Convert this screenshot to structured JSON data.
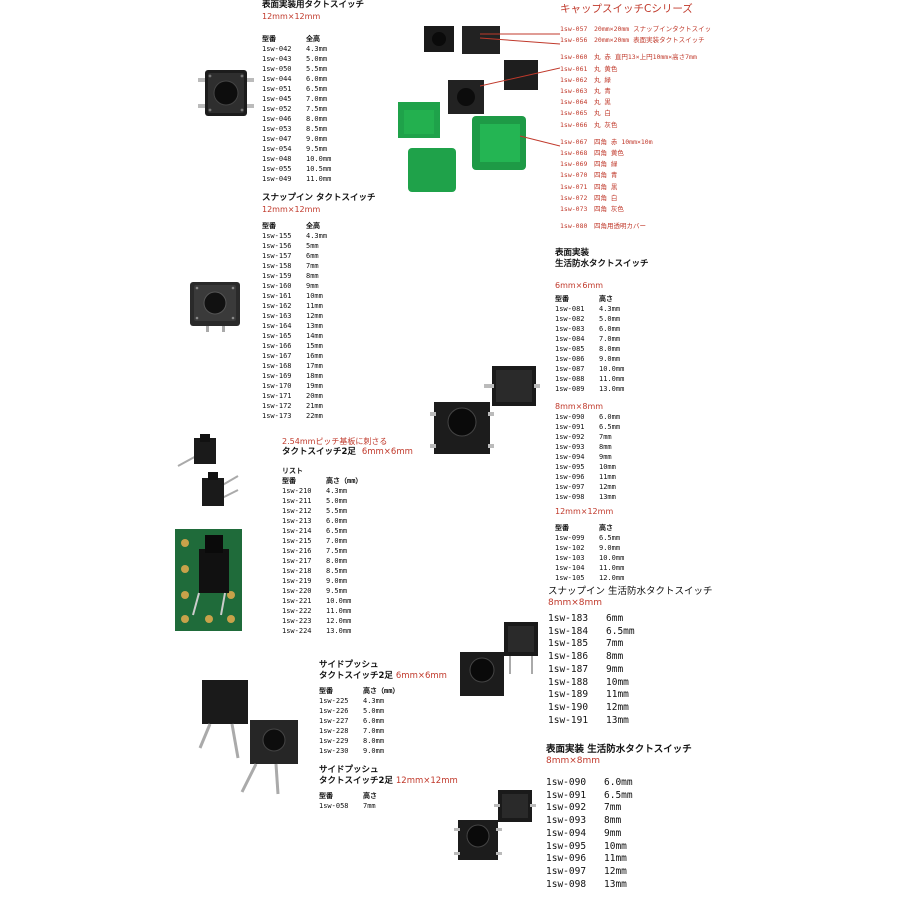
{
  "s1": {
    "title": "表面実装用タクトスイッチ",
    "size": "12mm×12mm",
    "header": [
      "型番",
      "全高"
    ],
    "rows": [
      [
        "1sw-042",
        "4.3mm"
      ],
      [
        "1sw-043",
        "5.0mm"
      ],
      [
        "1sw-050",
        "5.5mm"
      ],
      [
        "1sw-044",
        "6.0mm"
      ],
      [
        "1sw-051",
        "6.5mm"
      ],
      [
        "1sw-045",
        "7.0mm"
      ],
      [
        "1sw-052",
        "7.5mm"
      ],
      [
        "1sw-046",
        "8.0mm"
      ],
      [
        "1sw-053",
        "8.5mm"
      ],
      [
        "1sw-047",
        "9.0mm"
      ],
      [
        "1sw-054",
        "9.5mm"
      ],
      [
        "1sw-048",
        "10.0mm"
      ],
      [
        "1sw-055",
        "10.5mm"
      ],
      [
        "1sw-049",
        "11.0mm"
      ]
    ]
  },
  "s2": {
    "title": "スナップイン タクトスイッチ",
    "size": "12mm×12mm",
    "header": [
      "型番",
      "全高"
    ],
    "rows": [
      [
        "1sw-155",
        "4.3mm"
      ],
      [
        "1sw-156",
        "5mm"
      ],
      [
        "1sw-157",
        "6mm"
      ],
      [
        "1sw-158",
        "7mm"
      ],
      [
        "1sw-159",
        "8mm"
      ],
      [
        "1sw-160",
        "9mm"
      ],
      [
        "1sw-161",
        "10mm"
      ],
      [
        "1sw-162",
        "11mm"
      ],
      [
        "1sw-163",
        "12mm"
      ],
      [
        "1sw-164",
        "13mm"
      ],
      [
        "1sw-165",
        "14mm"
      ],
      [
        "1sw-166",
        "15mm"
      ],
      [
        "1sw-167",
        "16mm"
      ],
      [
        "1sw-168",
        "17mm"
      ],
      [
        "1sw-169",
        "18mm"
      ],
      [
        "1sw-170",
        "19mm"
      ],
      [
        "1sw-171",
        "20mm"
      ],
      [
        "1sw-172",
        "21mm"
      ],
      [
        "1sw-173",
        "22mm"
      ]
    ]
  },
  "s3": {
    "note": "2.54mmピッチ基板に刺さる",
    "title": "タクトスイッチ2足",
    "size": "6mm×6mm",
    "list": "リスト",
    "header": [
      "型番",
      "高さ（mm）"
    ],
    "rows": [
      [
        "1sw-210",
        "4.3mm"
      ],
      [
        "1sw-211",
        "5.0mm"
      ],
      [
        "1sw-212",
        "5.5mm"
      ],
      [
        "1sw-213",
        "6.0mm"
      ],
      [
        "1sw-214",
        "6.5mm"
      ],
      [
        "1sw-215",
        "7.0mm"
      ],
      [
        "1sw-216",
        "7.5mm"
      ],
      [
        "1sw-217",
        "8.0mm"
      ],
      [
        "1sw-218",
        "8.5mm"
      ],
      [
        "1sw-219",
        "9.0mm"
      ],
      [
        "1sw-220",
        "9.5mm"
      ],
      [
        "1sw-221",
        "10.0mm"
      ],
      [
        "1sw-222",
        "11.0mm"
      ],
      [
        "1sw-223",
        "12.0mm"
      ],
      [
        "1sw-224",
        "13.0mm"
      ]
    ]
  },
  "s4": {
    "title": "サイドプッシュ",
    "title2": "タクトスイッチ2足",
    "size": "6mm×6mm",
    "header": [
      "型番",
      "高さ（mm）"
    ],
    "rows": [
      [
        "1sw-225",
        "4.3mm"
      ],
      [
        "1sw-226",
        "5.0mm"
      ],
      [
        "1sw-227",
        "6.0mm"
      ],
      [
        "1sw-228",
        "7.0mm"
      ],
      [
        "1sw-229",
        "8.0mm"
      ],
      [
        "1sw-230",
        "9.0mm"
      ]
    ]
  },
  "s5": {
    "title": "サイドプッシュ",
    "title2": "タクトスイッチ2足",
    "size": "12mm×12mm",
    "header": [
      "型番",
      "高さ"
    ],
    "rows": [
      [
        "1sw-058",
        "7mm"
      ]
    ]
  },
  "cap": {
    "title": "キャップスイッチCシリーズ",
    "rows": [
      [
        "1sw-057",
        "20mm×20mm スナップインタクトスイッ"
      ],
      [
        "1sw-056",
        "20mm×20mm 表面実装タクトスイッチ"
      ],
      [
        "1sw-060",
        "丸 赤 直円13×上円10mm×高さ7mm"
      ],
      [
        "1sw-061",
        "丸 黄色"
      ],
      [
        "1sw-062",
        "丸 緑"
      ],
      [
        "1sw-063",
        "丸 青"
      ],
      [
        "1sw-064",
        "丸 黒"
      ],
      [
        "1sw-065",
        "丸 白"
      ],
      [
        "1sw-066",
        "丸 灰色"
      ],
      [
        "1sw-067",
        "四角 赤 10mm×10m"
      ],
      [
        "1sw-068",
        "四角 黄色"
      ],
      [
        "1sw-069",
        "四角 緑"
      ],
      [
        "1sw-070",
        "四角 青"
      ],
      [
        "1sw-071",
        "四角 黒"
      ],
      [
        "1sw-072",
        "四角 白"
      ],
      [
        "1sw-073",
        "四角 灰色"
      ],
      [
        "1sw-080",
        "四角用透明カバー"
      ]
    ]
  },
  "s6": {
    "title": "表面実装",
    "title2": "生活防水タクトスイッチ",
    "g1": {
      "size": "6mm×6mm",
      "header": [
        "型番",
        "高さ"
      ],
      "rows": [
        [
          "1sw-081",
          "4.3mm"
        ],
        [
          "1sw-082",
          "5.0mm"
        ],
        [
          "1sw-083",
          "6.0mm"
        ],
        [
          "1sw-084",
          "7.0mm"
        ],
        [
          "1sw-085",
          "8.0mm"
        ],
        [
          "1sw-086",
          "9.0mm"
        ],
        [
          "1sw-087",
          "10.0mm"
        ],
        [
          "1sw-088",
          "11.0mm"
        ],
        [
          "1sw-089",
          "13.0mm"
        ]
      ]
    },
    "g2": {
      "size": "8mm×8mm",
      "rows": [
        [
          "1sw-090",
          "6.0mm"
        ],
        [
          "1sw-091",
          "6.5mm"
        ],
        [
          "1sw-092",
          "7mm"
        ],
        [
          "1sw-093",
          "8mm"
        ],
        [
          "1sw-094",
          "9mm"
        ],
        [
          "1sw-095",
          "10mm"
        ],
        [
          "1sw-096",
          "11mm"
        ],
        [
          "1sw-097",
          "12mm"
        ],
        [
          "1sw-098",
          "13mm"
        ]
      ]
    },
    "g3": {
      "size": "12mm×12mm",
      "header": [
        "型番",
        "高さ"
      ],
      "rows": [
        [
          "1sw-099",
          "6.5mm"
        ],
        [
          "1sw-102",
          "9.0mm"
        ],
        [
          "1sw-103",
          "10.0mm"
        ],
        [
          "1sw-104",
          "11.0mm"
        ],
        [
          "1sw-105",
          "12.0mm"
        ]
      ]
    }
  },
  "s7": {
    "title": "スナップイン 生活防水タクトスイッチ",
    "size": "8mm×8mm",
    "rows": [
      [
        "1sw-183",
        "6mm"
      ],
      [
        "1sw-184",
        "6.5mm"
      ],
      [
        "1sw-185",
        "7mm"
      ],
      [
        "1sw-186",
        "8mm"
      ],
      [
        "1sw-187",
        "9mm"
      ],
      [
        "1sw-188",
        "10mm"
      ],
      [
        "1sw-189",
        "11mm"
      ],
      [
        "1sw-190",
        "12mm"
      ],
      [
        "1sw-191",
        "13mm"
      ]
    ]
  },
  "s8": {
    "title": "表面実装 生活防水タクトスイッチ",
    "size": "8mm×8mm",
    "rows": [
      [
        "1sw-090",
        "6.0mm"
      ],
      [
        "1sw-091",
        "6.5mm"
      ],
      [
        "1sw-092",
        "7mm"
      ],
      [
        "1sw-093",
        "8mm"
      ],
      [
        "1sw-094",
        "9mm"
      ],
      [
        "1sw-095",
        "10mm"
      ],
      [
        "1sw-096",
        "11mm"
      ],
      [
        "1sw-097",
        "12mm"
      ],
      [
        "1sw-098",
        "13mm"
      ]
    ]
  },
  "colors": {
    "accent": "#c0392b",
    "green": "#1fa24a",
    "body": "#1a1a1a"
  }
}
